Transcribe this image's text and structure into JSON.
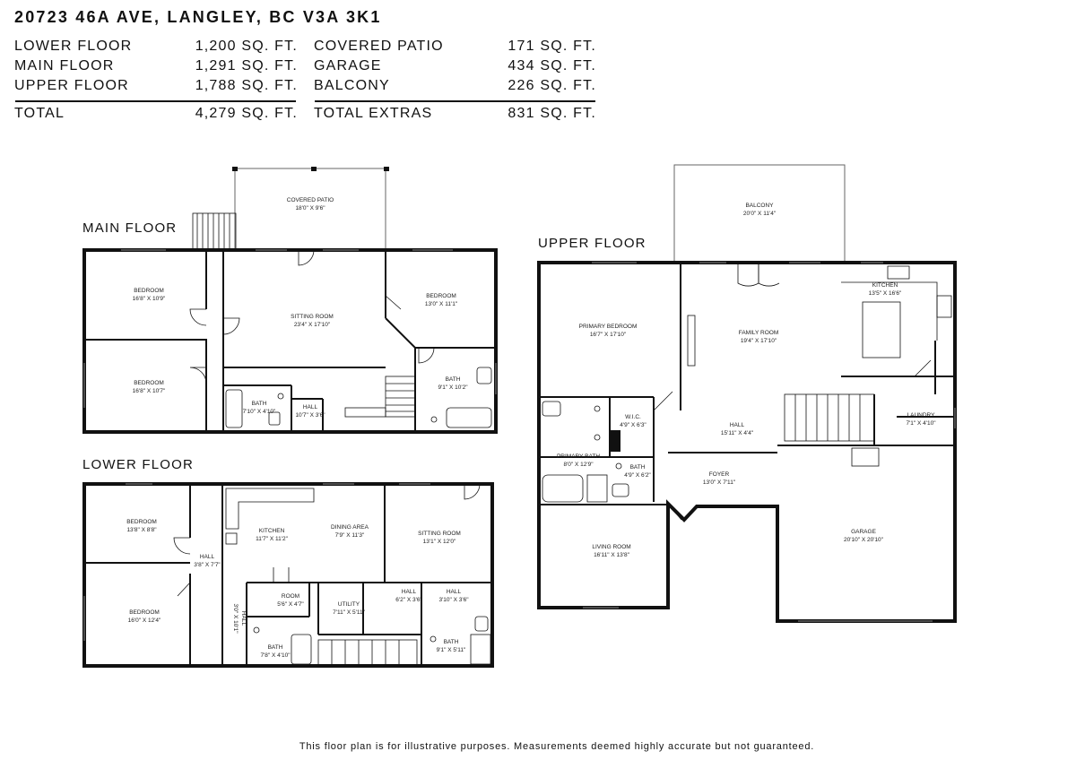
{
  "address": "20723 46A AVE, LANGLEY, BC V3A 3K1",
  "summary": {
    "left": [
      {
        "label": "LOWER FLOOR",
        "value": "1,200 SQ. FT."
      },
      {
        "label": "MAIN FLOOR",
        "value": "1,291 SQ. FT."
      },
      {
        "label": "UPPER FLOOR",
        "value": "1,788 SQ. FT."
      }
    ],
    "left_total": {
      "label": "TOTAL",
      "value": "4,279 SQ. FT."
    },
    "right": [
      {
        "label": "COVERED PATIO",
        "value": "171 SQ. FT."
      },
      {
        "label": "GARAGE",
        "value": "434 SQ. FT."
      },
      {
        "label": "BALCONY",
        "value": "226 SQ. FT."
      }
    ],
    "right_total": {
      "label": "TOTAL EXTRAS",
      "value": "831 SQ. FT."
    }
  },
  "floors": {
    "main": {
      "title": "MAIN FLOOR",
      "rooms": [
        {
          "name": "COVERED PATIO",
          "dims": "18'0\" X 9'6\""
        },
        {
          "name": "BEDROOM",
          "dims": "16'8\" X 10'9\""
        },
        {
          "name": "SITTING ROOM",
          "dims": "23'4\" X 17'10\""
        },
        {
          "name": "BEDROOM",
          "dims": "13'0\" X 11'1\""
        },
        {
          "name": "BEDROOM",
          "dims": "16'8\" X 10'7\""
        },
        {
          "name": "BATH",
          "dims": "9'1\" X 10'2\""
        },
        {
          "name": "BATH",
          "dims": "7'10\" X 4'10\""
        },
        {
          "name": "HALL",
          "dims": "10'7\" X 3'6\""
        }
      ]
    },
    "lower": {
      "title": "LOWER FLOOR",
      "rooms": [
        {
          "name": "BEDROOM",
          "dims": "13'8\" X 8'8\""
        },
        {
          "name": "KITCHEN",
          "dims": "11'7\" X 11'2\""
        },
        {
          "name": "DINING AREA",
          "dims": "7'9\" X 11'3\""
        },
        {
          "name": "SITTING ROOM",
          "dims": "13'1\" X 12'0\""
        },
        {
          "name": "HALL",
          "dims": "3'8\" X 7'7\""
        },
        {
          "name": "BEDROOM",
          "dims": "16'0\" X 12'4\""
        },
        {
          "name": "ROOM",
          "dims": "5'6\" X 4'7\""
        },
        {
          "name": "UTILITY",
          "dims": "7'11\" X 5'11\""
        },
        {
          "name": "HALL",
          "dims": "6'2\" X 3'6\""
        },
        {
          "name": "HALL",
          "dims": "3'10\" X 3'6\""
        },
        {
          "name": "HALL",
          "dims": "3'0\" X 10'1\""
        },
        {
          "name": "BATH",
          "dims": "7'8\" X 4'10\""
        },
        {
          "name": "BATH",
          "dims": "9'1\" X 5'11\""
        }
      ]
    },
    "upper": {
      "title": "UPPER FLOOR",
      "rooms": [
        {
          "name": "BALCONY",
          "dims": "20'0\" X 11'4\""
        },
        {
          "name": "KITCHEN",
          "dims": "13'5\" X 16'6\""
        },
        {
          "name": "PRIMARY BEDROOM",
          "dims": "16'7\" X 17'10\""
        },
        {
          "name": "FAMILY ROOM",
          "dims": "19'4\" X 17'10\""
        },
        {
          "name": "W.I.C.",
          "dims": "4'9\" X 6'3\""
        },
        {
          "name": "HALL",
          "dims": "15'11\" X 4'4\""
        },
        {
          "name": "LAUNDRY",
          "dims": "7'1\" X 4'10\""
        },
        {
          "name": "PRIMARY BATH",
          "dims": "8'0\" X 12'9\""
        },
        {
          "name": "BATH",
          "dims": "4'9\" X 6'2\""
        },
        {
          "name": "FOYER",
          "dims": "13'0\" X 7'11\""
        },
        {
          "name": "GARAGE",
          "dims": "20'10\" X 20'10\""
        },
        {
          "name": "LIVING ROOM",
          "dims": "16'11\" X 13'8\""
        }
      ]
    }
  },
  "disclaimer": "This floor plan is for illustrative purposes. Measurements deemed highly accurate but not guaranteed."
}
